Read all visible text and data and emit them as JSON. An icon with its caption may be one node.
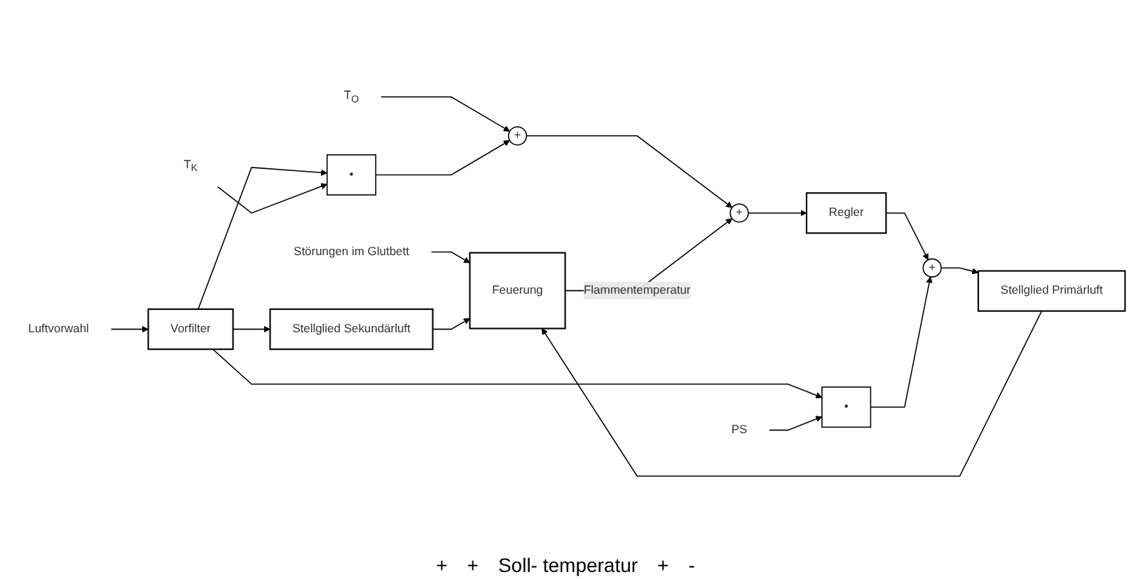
{
  "diagram": {
    "nodes": [
      {
        "text": [
          "Luftvorwahl"
        ]
      },
      {
        "text": [
          "Vorfilter"
        ]
      },
      {
        "text": [
          "Störungen im Glutbett"
        ]
      },
      {
        "text": [
          "Stellglied Sekundärluft"
        ]
      },
      {
        "text": [
          "Feuerung"
        ]
      },
      {
        "text": [
          "T$_{K}$"
        ]
      },
      {
        "text": [
          "•"
        ]
      },
      {
        "text": [
          "PS"
        ]
      },
      {
        "text": [
          "•"
        ]
      },
      {
        "text": [
          "T$_{O}$"
        ]
      },
      {
        "text": [
          "+"
        ]
      },
      {
        "text": [
          "+"
        ]
      },
      {
        "text": [
          "Regler"
        ]
      },
      {
        "text": [
          "+"
        ]
      },
      {
        "text": [
          "Stellglied Primärluft"
        ]
      }
    ],
    "edges": [
      {
        "from": 0,
        "to": 1,
        "arrow": "to"
      },
      {
        "from": 1,
        "to": 3,
        "arrow": "to"
      },
      {
        "from": 1,
        "to": 6,
        "arrow": "to"
      },
      {
        "from": 1,
        "to": 8,
        "arrow": "to"
      },
      {
        "from": 2,
        "to": 4,
        "arrow": "to"
      },
      {
        "from": 3,
        "to": 4,
        "arrow": "to"
      },
      {
        "from": 5,
        "to": 6,
        "arrow": "to"
      },
      {
        "from": 7,
        "to": 8,
        "arrow": "to"
      },
      {
        "from": 9,
        "to": 10,
        "arrow": "to"
      },
      {
        "from": 6,
        "to": 10,
        "arrow": "to"
      },
      {
        "from": 10,
        "to": 11,
        "arrow": "to"
      },
      {
        "from": 11,
        "to": 12,
        "arrow": "to"
      },
      {
        "from": 12,
        "to": 13,
        "arrow": "to"
      },
      {
        "from": 8,
        "to": 13,
        "arrow": "to"
      },
      {
        "from": 13,
        "to": 14,
        "arrow": "to"
      },
      {
        "from": 14,
        "to": 4,
        "arrow": "to"
      },
      {
        "from": 4,
        "to": 11,
        "arrow": "to",
        "label": "Flammentemperatur"
      }
    ],
    "labels": [
      "+",
      "+",
      "Soll- temperatur",
      "+",
      "-"
    ]
  }
}
